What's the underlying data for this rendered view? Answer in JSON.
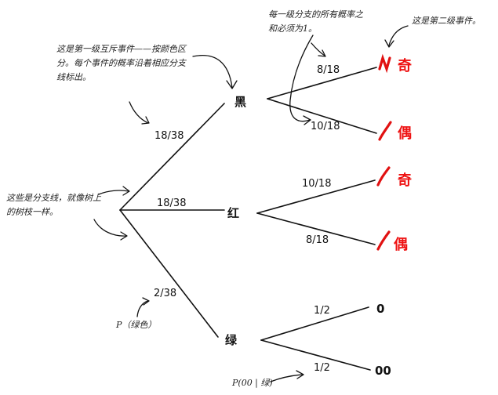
{
  "branches": {
    "level1": {
      "black": "18/38",
      "red": "18/38",
      "green": "2/38"
    },
    "black": {
      "odd": "8/18",
      "even": "10/18"
    },
    "red": {
      "odd": "10/18",
      "even": "8/18"
    },
    "green": {
      "zero": "1/2",
      "double_zero": "1/2"
    }
  },
  "nodes": {
    "black": "黑",
    "red": "红",
    "green": "绿",
    "odd1": "奇",
    "even1": "偶",
    "odd2": "奇",
    "even2": "偶",
    "zero": "0",
    "double_zero": "00"
  },
  "notes": {
    "level1_events": "这是第一级互斥事件——按颜色区分。每个事件的概率沿着相应分支线标出。",
    "branches": "这些是分支线，就像树上的树枝一样。",
    "branch_sum": "每一级分支的所有概率之和必须为1。",
    "level2_events": "这是第二级事件。",
    "p_green": "P（绿色）",
    "p_00_given_green": "P(00 | 绿)"
  },
  "colors": {
    "ink": "#111111",
    "highlight": "#e11111"
  }
}
